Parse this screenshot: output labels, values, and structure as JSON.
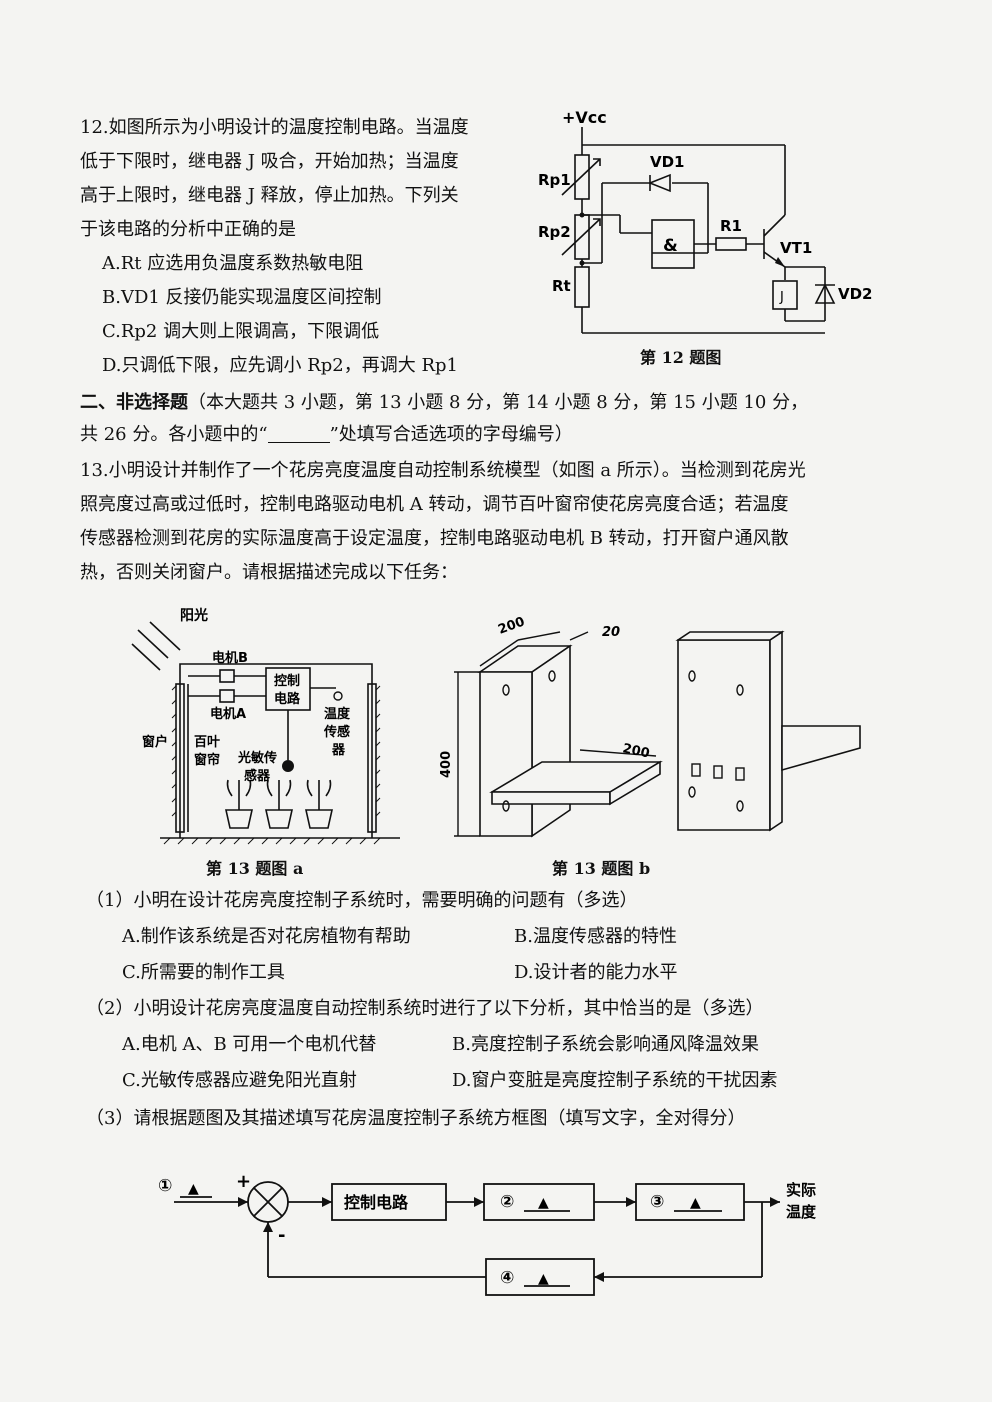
{
  "q12": {
    "lines": [
      "12.如图所示为小明设计的温度控制电路。当温度",
      "低于下限时，继电器 J 吸合，开始加热；当温度",
      "高于上限时，继电器 J 释放，停止加热。下列关",
      "于该电路的分析中正确的是"
    ],
    "options": [
      "A.Rt 应选用负温度系数热敏电阻",
      "B.VD1 反接仍能实现温度区间控制",
      "C.Rp2 调大则上限调高，下限调低",
      "D.只调低下限，应先调小 Rp2，再调大 Rp1"
    ],
    "figure": {
      "vcc": "+Vcc",
      "rp1": "Rp1",
      "rp2": "Rp2",
      "rt": "Rt",
      "vd1": "VD1",
      "gate": "&",
      "r1": "R1",
      "vt1": "VT1",
      "j": "J",
      "vd2": "VD2",
      "caption": "第 12 题图"
    }
  },
  "section2": {
    "heading": "二、非选择题",
    "desc_1": "（本大题共 3 小题，第 13 小题 8 分，第 14 小题 8 分，第 15 小题 10 分，",
    "desc_2a": "共 26 分。各小题中的“",
    "desc_2b": "”处填写合适选项的字母编号）"
  },
  "q13": {
    "lines": [
      "13.小明设计并制作了一个花房亮度温度自动控制系统模型（如图 a 所示）。当检测到花房光",
      "照亮度过高或过低时，控制电路驱动电机 A 转动，调节百叶窗帘使花房亮度合适；若温度",
      "传感器检测到花房的实际温度高于设定温度，控制电路驱动电机 B 转动，打开窗户通风散",
      "热，否则关闭窗户。请根据描述完成以下任务："
    ],
    "fig_a": {
      "sunlight": "阳光",
      "motor_b": "电机B",
      "motor_a": "电机A",
      "control_1": "控制",
      "control_2": "电路",
      "window": "窗户",
      "blind_1": "百叶",
      "blind_2": "窗帘",
      "temp_1": "温度",
      "temp_2": "传感",
      "temp_3": "器",
      "light_1": "光敏传",
      "light_2": "感器",
      "caption": "第 13 题图 a"
    },
    "fig_b": {
      "dim_200_top": "200",
      "dim_20": "20",
      "dim_200_mid": "200",
      "dim_400": "400",
      "caption": "第 13 题图 b"
    },
    "sub1": {
      "stem": "（1）小明在设计花房亮度控制子系统时，需要明确的问题有（多选）",
      "a": "A.制作该系统是否对花房植物有帮助",
      "b": "B.温度传感器的特性",
      "c": "C.所需要的制作工具",
      "d": "D.设计者的能力水平"
    },
    "sub2": {
      "stem": "（2）小明设计花房亮度温度自动控制系统时进行了以下分析，其中恰当的是（多选）",
      "a": "A.电机 A、B 可用一个电机代替",
      "b": "B.亮度控制子系统会影响通风降温效果",
      "c": "C.光敏传感器应避免阳光直射",
      "d": "D.窗户变脏是亮度控制子系统的干扰因素"
    },
    "sub3": {
      "stem": "（3）请根据题图及其描述填写花房温度控制子系统方框图（填写文字，全对得分）"
    },
    "block": {
      "n1": "①",
      "n2": "②",
      "n3": "③",
      "n4": "④",
      "tri": "▲",
      "plus": "+",
      "minus": "-",
      "control": "控制电路",
      "out_1": "实际",
      "out_2": "温度"
    }
  }
}
